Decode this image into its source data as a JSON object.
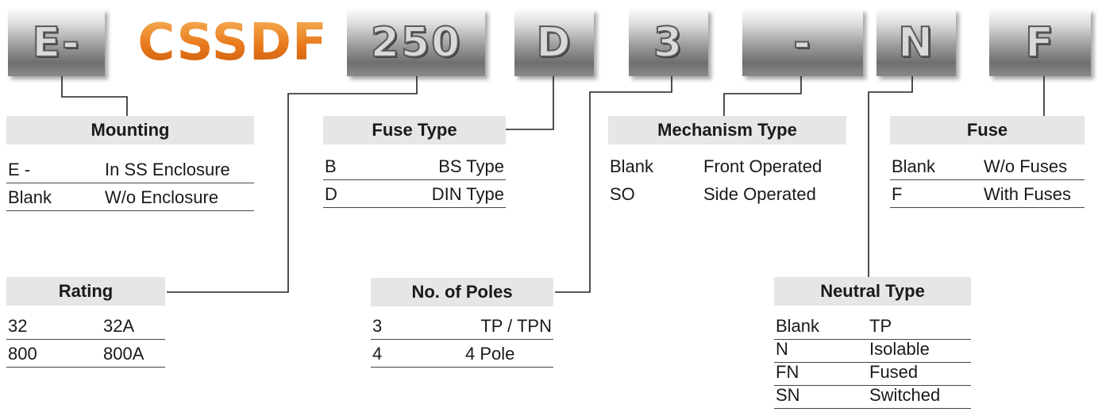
{
  "code": {
    "segments": [
      "E-",
      "CSSDF",
      "250",
      "D",
      "3",
      "-",
      "N",
      "F"
    ]
  },
  "mounting": {
    "title": "Mounting",
    "rows": [
      {
        "code": "E -",
        "desc": "In SS Enclosure"
      },
      {
        "code": "Blank",
        "desc": "W/o Enclosure"
      }
    ]
  },
  "fuse_type": {
    "title": "Fuse Type",
    "rows": [
      {
        "code": "B",
        "desc": "BS Type"
      },
      {
        "code": "D",
        "desc": "DIN Type"
      }
    ]
  },
  "mechanism_type": {
    "title": "Mechanism Type",
    "rows": [
      {
        "code": "Blank",
        "desc": "Front Operated"
      },
      {
        "code": "SO",
        "desc": "Side Operated"
      }
    ]
  },
  "fuse": {
    "title": "Fuse",
    "rows": [
      {
        "code": "Blank",
        "desc": "W/o Fuses"
      },
      {
        "code": "F",
        "desc": "With Fuses"
      }
    ]
  },
  "rating": {
    "title": "Rating",
    "rows": [
      {
        "code": "32",
        "desc": "32A"
      },
      {
        "code": "800",
        "desc": "800A"
      }
    ]
  },
  "poles": {
    "title": "No. of Poles",
    "rows": [
      {
        "code": "3",
        "desc": "TP / TPN"
      },
      {
        "code": "4",
        "desc": "4 Pole"
      }
    ]
  },
  "neutral_type": {
    "title": "Neutral Type",
    "rows": [
      {
        "code": "Blank",
        "desc": "TP"
      },
      {
        "code": "N",
        "desc": "Isolable"
      },
      {
        "code": "FN",
        "desc": "Fused"
      },
      {
        "code": "SN",
        "desc": "Switched"
      }
    ]
  }
}
